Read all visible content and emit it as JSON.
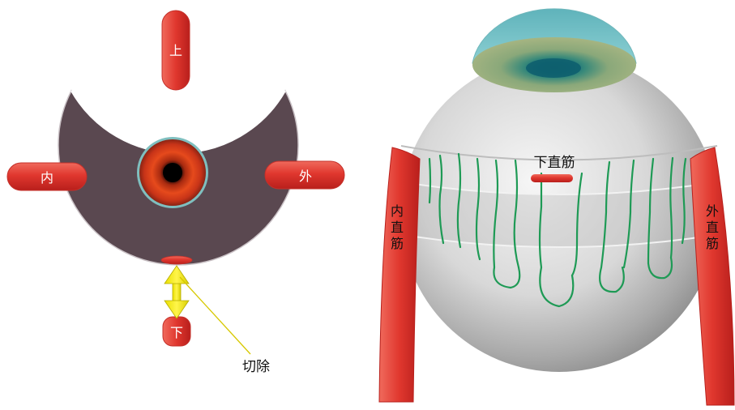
{
  "left_diagram": {
    "muscles": {
      "superior": "上",
      "medial": "内",
      "lateral": "外",
      "inferior": "下"
    },
    "annotation": "切除"
  },
  "right_diagram": {
    "inferior_rectus": "下直筋",
    "medial_rectus": [
      "内",
      "直",
      "筋"
    ],
    "lateral_rectus": [
      "外",
      "直",
      "筋"
    ]
  },
  "colors": {
    "muscle_red": "#e03a32",
    "crescent": "#5a4850",
    "arrow_yellow": "#f2e600",
    "suture_green": "#1e9a55",
    "cornea_teal": "#7cc8cc"
  }
}
